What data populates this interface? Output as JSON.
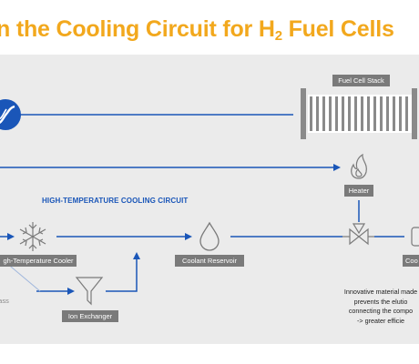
{
  "title": {
    "main": "n the Cooling Circuit for H",
    "sub": "2",
    "tail": " Fuel Cells"
  },
  "labels": {
    "fuel_cell_stack": "Fuel Cell Stack",
    "heater": "Heater",
    "high_temp_cooler": "gh-Temperature Cooler",
    "coolant_reservoir": "Coolant Reservoir",
    "ion_exchanger": "Ion Exchanger",
    "coolant_cut": "Coo",
    "bypass": "pass"
  },
  "circuit_title": "HIGH-TEMPERATURE COOLING CIRCUIT",
  "note_lines": [
    "Innovative material made",
    "prevents the elutio",
    "connecting the compo",
    "-> greater efficie"
  ],
  "colors": {
    "accent": "#f2a81d",
    "flow": "#1a56b8",
    "panel": "#ebebeb",
    "label_bg": "#7a7a7a"
  },
  "icons": [
    "pump-icon",
    "fuel-cell-stack-icon",
    "flame-icon",
    "snowflake-icon",
    "drop-icon",
    "valve-icon",
    "funnel-icon"
  ]
}
